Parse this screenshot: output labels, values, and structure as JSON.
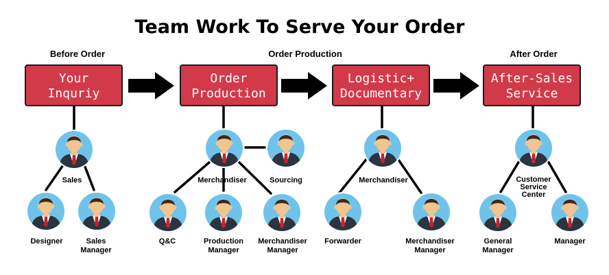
{
  "title": "Team Work To Serve Your Order",
  "phases": [
    {
      "label": "Before Order"
    },
    {
      "label": "Order Production"
    },
    {
      "label": "After Order"
    }
  ],
  "stages": [
    {
      "lines": [
        "Your",
        "Inquriy"
      ]
    },
    {
      "lines": [
        "Order",
        "Production"
      ]
    },
    {
      "lines": [
        "Logistic+",
        "Documentary"
      ]
    },
    {
      "lines": [
        "After-Sales",
        "Service"
      ]
    }
  ],
  "people": [
    {
      "lines": [
        "Sales"
      ]
    },
    {
      "lines": [
        "Designer"
      ]
    },
    {
      "lines": [
        "Sales",
        "Manager"
      ]
    },
    {
      "lines": [
        "Merchandiser"
      ]
    },
    {
      "lines": [
        "Sourcing"
      ]
    },
    {
      "lines": [
        "Q&C"
      ]
    },
    {
      "lines": [
        "Production",
        "Manager"
      ]
    },
    {
      "lines": [
        "Merchandiser",
        "Manager"
      ]
    },
    {
      "lines": [
        "Merchandiser"
      ]
    },
    {
      "lines": [
        "Forwarder"
      ]
    },
    {
      "lines": [
        "Merchandiser",
        "Manager"
      ]
    },
    {
      "lines": [
        "Customer",
        "Service",
        "Center"
      ]
    },
    {
      "lines": [
        "General",
        "Manager"
      ]
    },
    {
      "lines": [
        "Manager"
      ]
    }
  ],
  "colors": {
    "box_fill": "#d23a4a",
    "box_border": "#1a1a1a",
    "box_text": "#ffffff",
    "avatar_bg": "#6fc3ea",
    "avatar_ring": "#ffffff",
    "suit": "#2c3440",
    "skin": "#f2c48f",
    "hair": "#3a2a1e",
    "tie": "#c0262c",
    "line": "#000000"
  }
}
